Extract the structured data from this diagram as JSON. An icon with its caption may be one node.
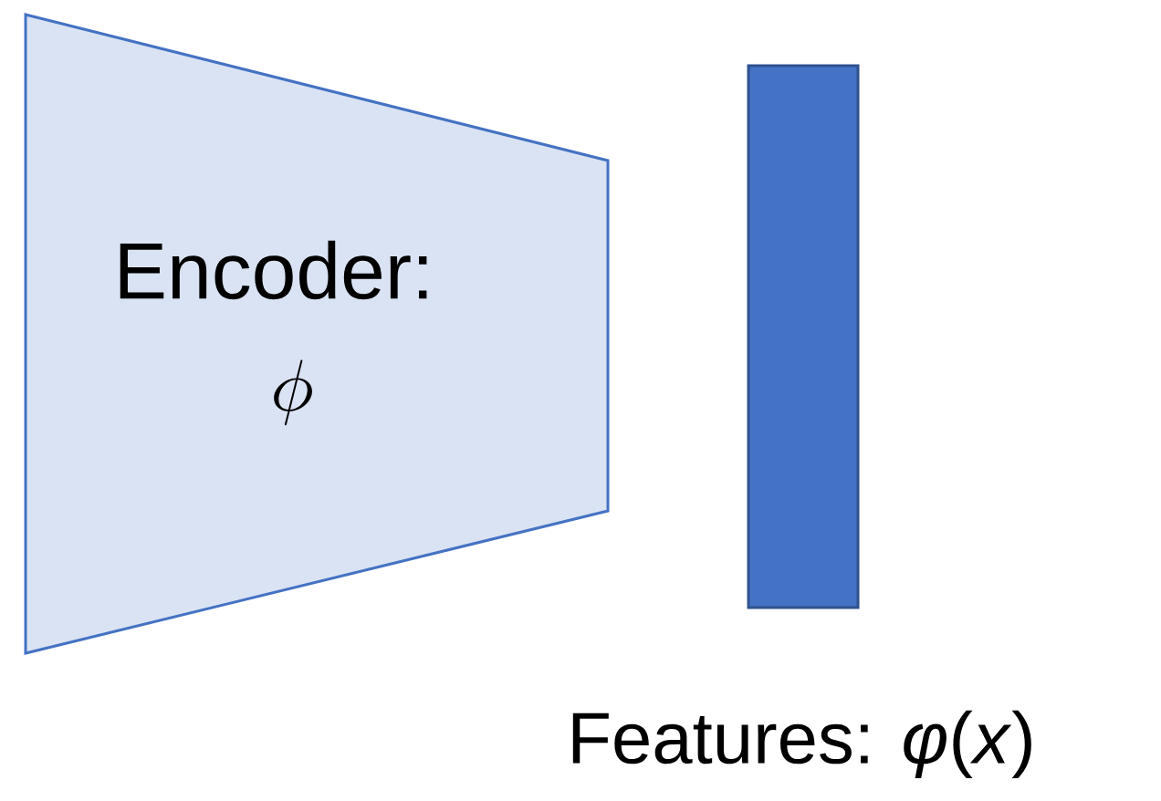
{
  "diagram": {
    "nodes": [
      {
        "text": [
          "Encoder:",
          "\\phi"
        ]
      },
      {
        "text": [],
        "shape": "bar"
      }
    ],
    "labels": [
      "Features: *φ*(*x*)"
    ]
  }
}
